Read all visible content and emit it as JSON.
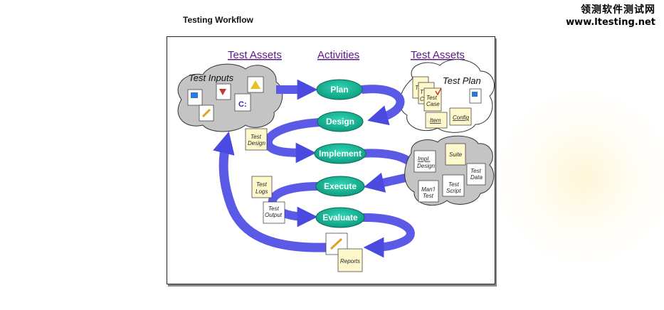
{
  "title": "Testing Workflow",
  "watermark": {
    "name": "领测软件测试网",
    "url": "www.ltesting.net"
  },
  "diagram": {
    "headers": {
      "left": "Test Assets",
      "center": "Activities",
      "right": "Test Assets"
    },
    "activities": [
      "Plan",
      "Design",
      "Implement",
      "Execute",
      "Evaluate"
    ],
    "clouds": {
      "inputs": {
        "title": "Test Inputs"
      },
      "plan": {
        "title": "Test Plan"
      }
    },
    "documents": {
      "plan_t1": "T",
      "plan_t2": "T",
      "plan_c": "C",
      "test_case_1": "Test",
      "test_case_2": "Case",
      "item": "Item",
      "config": "Config",
      "impl_design_1": "Impl.",
      "impl_design_2": "Design",
      "suite": "Suite",
      "test_data_1": "Test",
      "test_data_2": "Data",
      "test_script_1": "Test",
      "test_script_2": "Script",
      "man_test_1": "Man'l",
      "man_test_2": "Test",
      "test_design_1": "Test",
      "test_design_2": "Design",
      "test_logs_1": "Test",
      "test_logs_2": "Logs",
      "test_output_1": "Test",
      "test_output_2": "Output",
      "reports": "Reports",
      "c_icon": "C:"
    },
    "colors": {
      "arrow": "#5a5ae6",
      "activity": "#18b89a",
      "header": "#5a1a8a",
      "cloud": "#c8c8c8",
      "doc": "#fff8cc"
    }
  }
}
